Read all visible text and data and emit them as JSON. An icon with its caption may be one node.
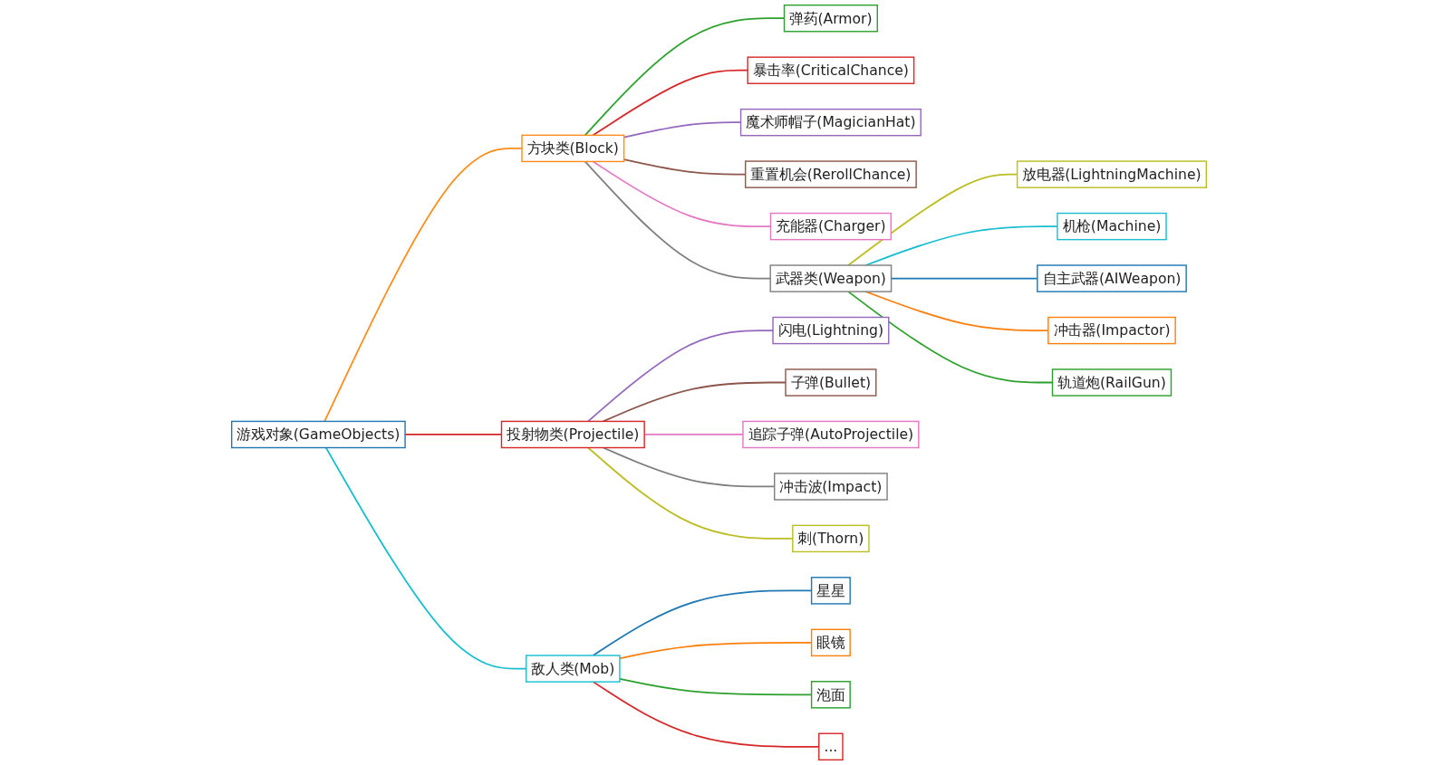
{
  "diagram": {
    "nodes": [
      {
        "text": [
          "游戏对象(GameObjects)"
        ]
      },
      {
        "text": [
          "方块类(Block)"
        ]
      },
      {
        "text": [
          "弹药(Armor)"
        ]
      },
      {
        "text": [
          "暴击率(CriticalChance)"
        ]
      },
      {
        "text": [
          "魔术师帽子(MagicianHat)"
        ]
      },
      {
        "text": [
          "重置机会(RerollChance)"
        ]
      },
      {
        "text": [
          "充能器(Charger)"
        ]
      },
      {
        "text": [
          "武器类(Weapon)"
        ]
      },
      {
        "text": [
          "放电器(LightningMachine)"
        ]
      },
      {
        "text": [
          "机枪(Machine)"
        ]
      },
      {
        "text": [
          "自主武器(AIWeapon)"
        ]
      },
      {
        "text": [
          "冲击器(Impactor)"
        ]
      },
      {
        "text": [
          "轨道炮(RailGun)"
        ]
      },
      {
        "text": [
          "投射物类(Projectile)"
        ]
      },
      {
        "text": [
          "闪电(Lightning)"
        ]
      },
      {
        "text": [
          "子弹(Bullet)"
        ]
      },
      {
        "text": [
          "追踪子弹(AutoProjectile)"
        ]
      },
      {
        "text": [
          "冲击波(Impact)"
        ]
      },
      {
        "text": [
          "刺(Thorn)"
        ]
      },
      {
        "text": [
          "敌人类(Mob)"
        ]
      },
      {
        "text": [
          "星星"
        ]
      },
      {
        "text": [
          "眼镜"
        ]
      },
      {
        "text": [
          "泡面"
        ]
      },
      {
        "text": [
          "..."
        ]
      }
    ],
    "edges": [
      {
        "from": 0,
        "to": 1,
        "arrow": "none",
        "color": "#ff8c1a"
      },
      {
        "from": 1,
        "to": 2,
        "arrow": "none",
        "color": "#2ca02c"
      },
      {
        "from": 1,
        "to": 3,
        "arrow": "none",
        "color": "#d62728"
      },
      {
        "from": 1,
        "to": 4,
        "arrow": "none",
        "color": "#9467bd"
      },
      {
        "from": 1,
        "to": 5,
        "arrow": "none",
        "color": "#8c564b"
      },
      {
        "from": 1,
        "to": 6,
        "arrow": "none",
        "color": "#e377c2"
      },
      {
        "from": 1,
        "to": 7,
        "arrow": "none",
        "color": "#7f7f7f"
      },
      {
        "from": 7,
        "to": 8,
        "arrow": "none",
        "color": "#bcbd22"
      },
      {
        "from": 7,
        "to": 9,
        "arrow": "none",
        "color": "#17becf"
      },
      {
        "from": 7,
        "to": 10,
        "arrow": "none",
        "color": "#1f77b4"
      },
      {
        "from": 7,
        "to": 11,
        "arrow": "none",
        "color": "#ff7f0e"
      },
      {
        "from": 7,
        "to": 12,
        "arrow": "none",
        "color": "#2ca02c"
      },
      {
        "from": 0,
        "to": 13,
        "arrow": "none",
        "color": "#d62728"
      },
      {
        "from": 13,
        "to": 14,
        "arrow": "none",
        "color": "#9467bd"
      },
      {
        "from": 13,
        "to": 15,
        "arrow": "none",
        "color": "#8c564b"
      },
      {
        "from": 13,
        "to": 16,
        "arrow": "none",
        "color": "#e377c2"
      },
      {
        "from": 13,
        "to": 17,
        "arrow": "none",
        "color": "#7f7f7f"
      },
      {
        "from": 13,
        "to": 18,
        "arrow": "none",
        "color": "#bcbd22"
      },
      {
        "from": 0,
        "to": 19,
        "arrow": "none",
        "color": "#17becf"
      },
      {
        "from": 19,
        "to": 20,
        "arrow": "none",
        "color": "#1f77b4"
      },
      {
        "from": 19,
        "to": 21,
        "arrow": "none",
        "color": "#ff7f0e"
      },
      {
        "from": 19,
        "to": 22,
        "arrow": "none",
        "color": "#2ca02c"
      },
      {
        "from": 19,
        "to": 23,
        "arrow": "none",
        "color": "#d62728"
      }
    ]
  }
}
